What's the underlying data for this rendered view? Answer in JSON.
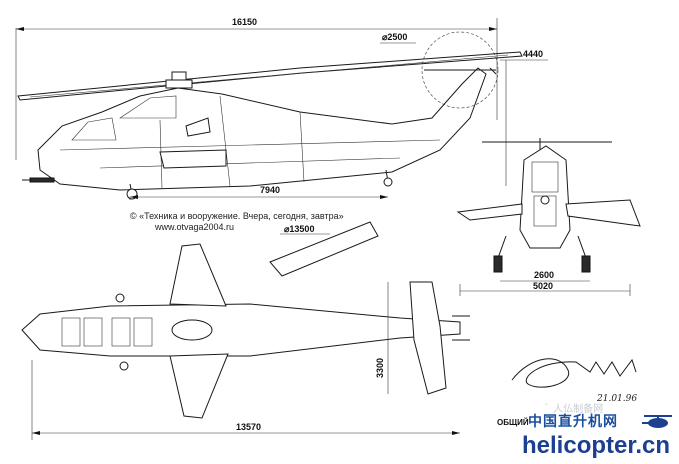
{
  "dimensions": {
    "overall_length": "16150",
    "rotor_diameter": "⌀2500",
    "tail_height": "4440",
    "wheel_base": "7940",
    "main_rotor_diameter": "⌀13500",
    "track": "2600",
    "stabilizer_span": "5020",
    "tail_span": "3300",
    "fuselage_length": "13570"
  },
  "credit": {
    "line1": "© «Техника и вооружение. Вчера, сегодня, завтра»",
    "line2": "www.otvaga2004.ru"
  },
  "sheet_title": "ОБЩИЙ",
  "signature_date": "21.01.96",
  "watermark": {
    "chinese": "中国直升机网",
    "english": "helicopter.cn",
    "faint": "ﾞ 人仏制备网"
  },
  "colors": {
    "line": "#1a1a1a",
    "watermark_blue": "#1c3f8f"
  }
}
